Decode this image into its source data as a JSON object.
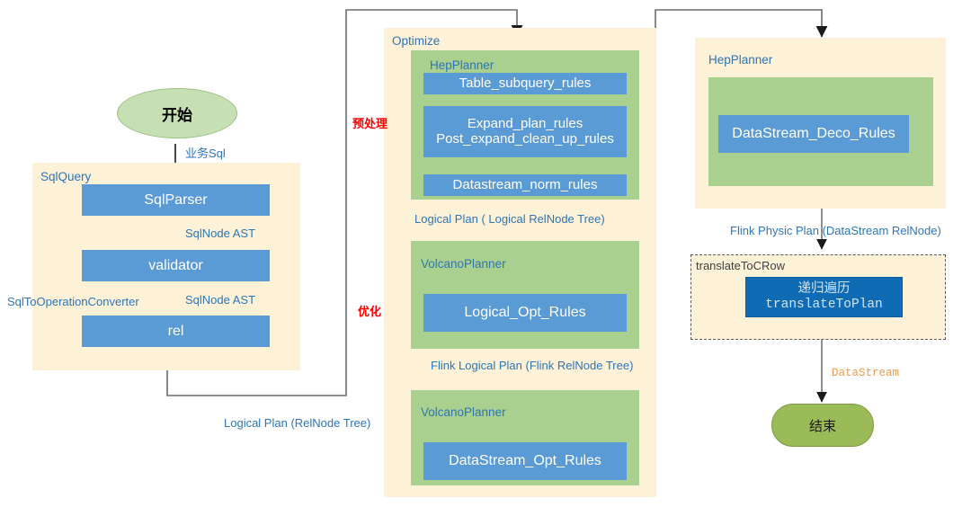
{
  "nodes": {
    "start": {
      "label": "开始"
    },
    "end": {
      "label": "结束"
    },
    "sqlquery_group": "SqlQuery",
    "optimize_group": "Optimize",
    "hepplanner_pre": "HepPlanner",
    "volcano_logical": "VolcanoPlanner",
    "volcano_datastream": "VolcanoPlanner",
    "hepplanner_deco": "HepPlanner",
    "translate_group": "translateToCRow",
    "sqlparser": "SqlParser",
    "validator": "validator",
    "rel": "rel",
    "table_subquery_rules": "Table_subquery_rules",
    "expand_plan_rules": "Expand_plan_rules\nPost_expand_clean_up_rules",
    "expand_plan_rules_line1": "Expand_plan_rules",
    "expand_plan_rules_line2": "Post_expand_clean_up_rules",
    "datastream_norm_rules": "Datastream_norm_rules",
    "logical_opt_rules": "Logical_Opt_Rules",
    "datastream_opt_rules": "DataStream_Opt_Rules",
    "datastream_deco_rules": "DataStream_Deco_Rules",
    "translate_to_plan_line1": "递归遍历",
    "translate_to_plan_line2": "translateToPlan"
  },
  "edge_labels": {
    "business_sql": "业务Sql",
    "sqlnode_ast_1": "SqlNode AST",
    "sqlnode_ast_2": "SqlNode AST",
    "sqltooperationconverter": "SqlToOperationConverter",
    "logical_plan_relnode_tree": "Logical Plan (RelNode Tree)",
    "preprocess": "预处理",
    "optimize": "优化",
    "logical_plan_logical_relnode_tree": "Logical Plan ( Logical RelNode Tree)",
    "flink_logical_plan": "Flink Logical Plan (Flink RelNode Tree)",
    "flink_physic_plan": "Flink Physic Plan (DataStream RelNode)",
    "datastream": "DataStream"
  },
  "colors": {
    "container_fill": "#fdf2d8",
    "green_fill": "#a9d08e",
    "blue_fill": "#5b9bd5",
    "dark_blue_fill": "#0f6cb4",
    "start_fill": "#c6e0b4",
    "end_fill": "#9bbb59",
    "label_blue": "#2e75b6",
    "annotation_red": "#ff0000",
    "annotation_orange": "#ed9b4b",
    "wire_gray": "#595959"
  }
}
